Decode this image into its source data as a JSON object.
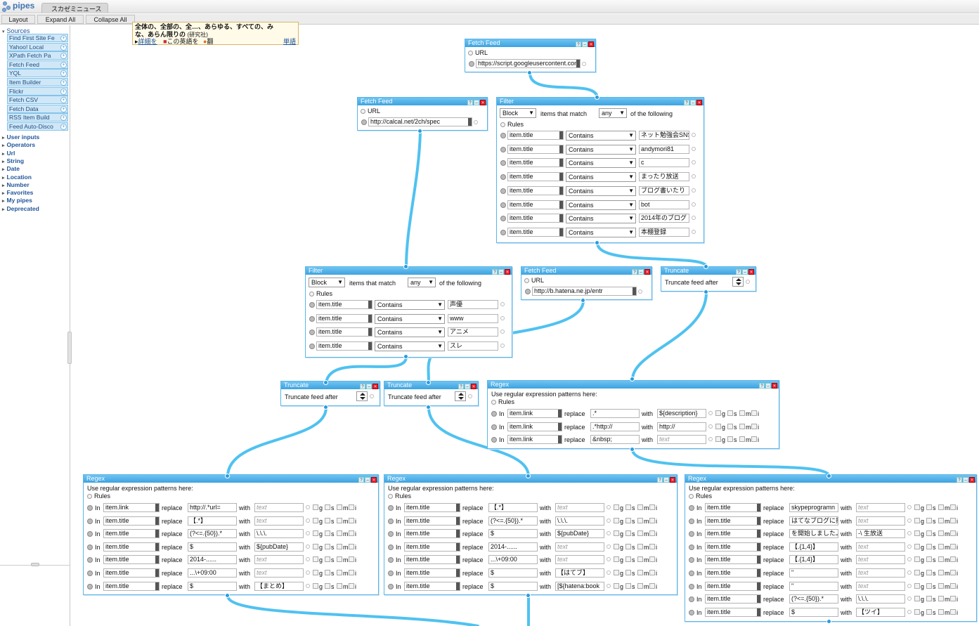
{
  "app": {
    "logo": "pipes",
    "tab_title": "スカゼミニュース"
  },
  "toolbar": {
    "layout": "Layout",
    "expand_all": "Expand All",
    "collapse_all": "Collapse All"
  },
  "sidebar": {
    "sources_label": "Sources",
    "modules": [
      "Find First Site Fe",
      "Yahoo! Local",
      "XPath Fetch Pa",
      "Fetch Feed",
      "YQL",
      "Item Builder",
      "Flickr",
      "Fetch CSV",
      "Fetch Data",
      "RSS Item Build",
      "Feed Auto-Disco"
    ],
    "sections": [
      "User inputs",
      "Operators",
      "Url",
      "String",
      "Date",
      "Location",
      "Number",
      "Favorites",
      "My pipes",
      "Deprecated"
    ]
  },
  "tooltip": {
    "line1": "全体の、全部の、全…、あらゆる、すべての、み",
    "line2": "な、あらん限りの",
    "line2_note": "(研究社)",
    "link_detail": "詳細を",
    "save_word": "この英語を",
    "save_word_2": "翻",
    "link_word": "単語"
  },
  "colors": {
    "wire": "#4fc2f0",
    "header": "#3ea2df",
    "accent": "#21569b"
  },
  "common": {
    "url": "URL",
    "rules": "Rules",
    "block": "Block",
    "any": "any",
    "items_that_match": "items that match",
    "of_the_following": "of the following",
    "truncate_after": "Truncate feed after",
    "regex_intro": "Use regular expression patterns here:",
    "in": "In",
    "replace": "replace",
    "with": "with",
    "contains": "Contains",
    "text_ph": "text",
    "g": "g",
    "s": "s",
    "m": "m",
    "i": "i"
  },
  "modules": {
    "fetch1": {
      "title": "Fetch Feed",
      "url": "https://script.googleusercontent.com"
    },
    "fetch2": {
      "title": "Fetch Feed",
      "url": "http://calcal.net/2ch/spec"
    },
    "fetch3": {
      "title": "Fetch Feed",
      "url": "http://b.hatena.ne.jp/entr"
    },
    "filter1": {
      "title": "Filter",
      "rules": [
        {
          "field": "item.title",
          "op": "Contains",
          "value": "ネット勉強会SNS"
        },
        {
          "field": "item.title",
          "op": "Contains",
          "value": "andymori81"
        },
        {
          "field": "item.title",
          "op": "Contains",
          "value": "c"
        },
        {
          "field": "item.title",
          "op": "Contains",
          "value": "まったり放送"
        },
        {
          "field": "item.title",
          "op": "Contains",
          "value": "ブログ書いたり"
        },
        {
          "field": "item.title",
          "op": "Contains",
          "value": "bot"
        },
        {
          "field": "item.title",
          "op": "Contains",
          "value": "2014年のブログ"
        },
        {
          "field": "item.title",
          "op": "Contains",
          "value": "本棚登録"
        }
      ]
    },
    "filter2": {
      "title": "Filter",
      "rules": [
        {
          "field": "item.title",
          "op": "Contains",
          "value": "声優"
        },
        {
          "field": "item.title",
          "op": "Contains",
          "value": "www"
        },
        {
          "field": "item.title",
          "op": "Contains",
          "value": "アニメ"
        },
        {
          "field": "item.title",
          "op": "Contains",
          "value": "スレ"
        }
      ]
    },
    "trunc1": {
      "title": "Truncate"
    },
    "trunc2": {
      "title": "Truncate"
    },
    "trunc3": {
      "title": "Truncate"
    },
    "regex_top": {
      "title": "Regex",
      "rules": [
        {
          "field": "item.link",
          "pattern": ".*",
          "with": "${description}"
        },
        {
          "field": "item.link",
          "pattern": ".*http://",
          "with": "http://"
        },
        {
          "field": "item.link",
          "pattern": "&nbsp;",
          "with": ""
        }
      ]
    },
    "regex_a": {
      "title": "Regex",
      "rules": [
        {
          "field": "item.link",
          "pattern": "http://.*url=",
          "with": ""
        },
        {
          "field": "item.title",
          "pattern": "【.*】",
          "with": ""
        },
        {
          "field": "item.title",
          "pattern": "(?<=.{50}).*",
          "with": "\\.\\.\\."
        },
        {
          "field": "item.title",
          "pattern": "$",
          "with": " ${pubDate}"
        },
        {
          "field": "item.title",
          "pattern": "2014-......",
          "with": ""
        },
        {
          "field": "item.title",
          "pattern": "...\\+09:00",
          "with": ""
        },
        {
          "field": "item.title",
          "pattern": "$",
          "with": "【まとめ】"
        }
      ]
    },
    "regex_b": {
      "title": "Regex",
      "rules": [
        {
          "field": "item.title",
          "pattern": "【.*】",
          "with": ""
        },
        {
          "field": "item.title",
          "pattern": "(?<=.{50}).*",
          "with": "\\.\\.\\."
        },
        {
          "field": "item.title",
          "pattern": "$",
          "with": " ${pubDate}"
        },
        {
          "field": "item.title",
          "pattern": "2014-......",
          "with": ""
        },
        {
          "field": "item.title",
          "pattern": "...\\+09:00",
          "with": ""
        },
        {
          "field": "item.title",
          "pattern": "$",
          "with": "【はてブ】"
        },
        {
          "field": "item.title",
          "pattern": "$",
          "with": "[${hatena:book"
        }
      ]
    },
    "regex_c": {
      "title": "Regex",
      "rules": [
        {
          "field": "item.title",
          "pattern": "skypeprogramn",
          "with": ""
        },
        {
          "field": "item.title",
          "pattern": "はてなブログに投",
          "with": ""
        },
        {
          "field": "item.title",
          "pattern": "を開始しました。",
          "with": "-\\ 生放送"
        },
        {
          "field": "item.title",
          "pattern": "【.{1,4}】",
          "with": ""
        },
        {
          "field": "item.title",
          "pattern": "【.{1,4}】",
          "with": ""
        },
        {
          "field": "item.title",
          "pattern": "\"",
          "with": ""
        },
        {
          "field": "item.title",
          "pattern": "\"",
          "with": ""
        },
        {
          "field": "item.title",
          "pattern": "(?<=.{50}).*",
          "with": "\\.\\.\\."
        },
        {
          "field": "item.title",
          "pattern": "$",
          "with": "【ツイ】"
        }
      ]
    }
  }
}
